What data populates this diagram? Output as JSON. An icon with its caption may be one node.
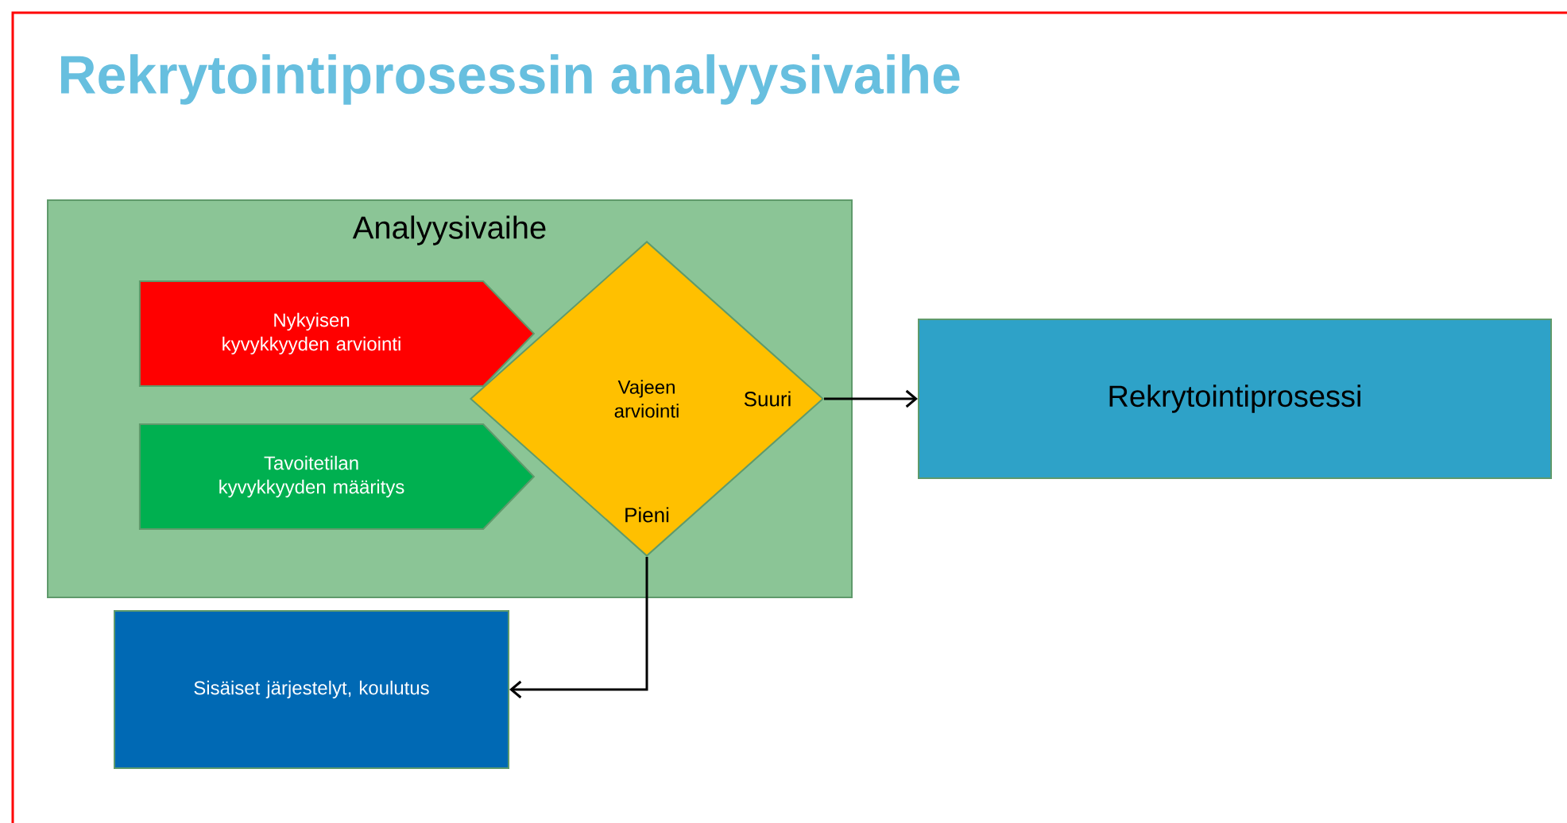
{
  "diagram": {
    "title": "Rekrytointiprosessin analyysivaihe",
    "nodes": [
      {
        "text": [
          "Analyysivaihe"
        ]
      },
      {
        "text": [
          "Nykyisen kyvykkyyden arviointi"
        ],
        "in": 0
      },
      {
        "text": [
          "Tavoitetilan kyvykkyyden määritys"
        ],
        "in": 0
      },
      {
        "text": [
          "Vajeen arviointi"
        ],
        "in": 0
      },
      {
        "text": [
          "Rekrytointiprosessi"
        ]
      },
      {
        "text": [
          "Sisäiset järjestelyt, koulutus"
        ]
      }
    ],
    "edges": [
      {
        "from": 3,
        "to": 4,
        "arrow": "to",
        "label": "Suuri"
      },
      {
        "from": 3,
        "to": 5,
        "arrow": "to",
        "label": "Pieni"
      }
    ]
  }
}
